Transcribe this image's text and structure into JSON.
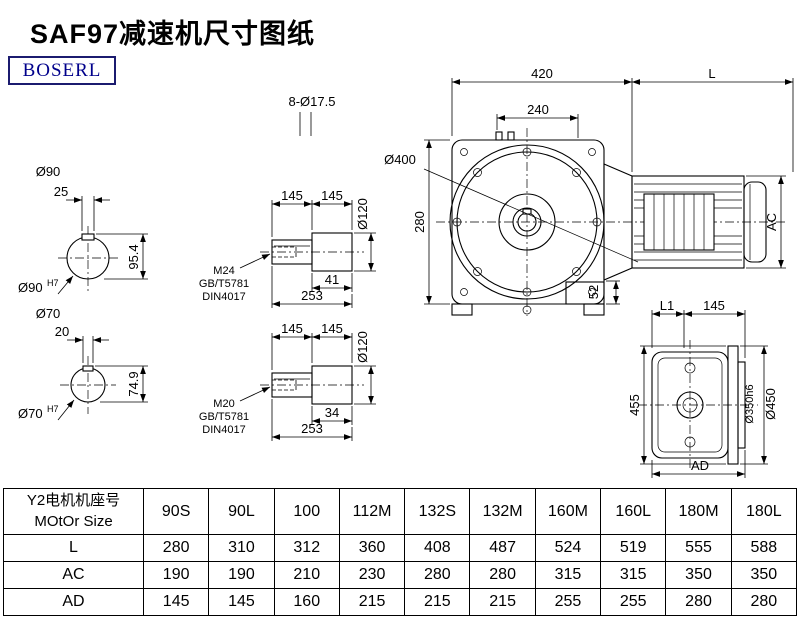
{
  "page": {
    "title": "SAF97减速机尺寸图纸",
    "logo": "BOSERL"
  },
  "colors": {
    "line": "#000000",
    "logo_text": "#00008b",
    "logo_border": "#1b1b6f",
    "background": "#ffffff"
  },
  "drawing": {
    "shaft_section_top": {
      "diameter": "Ø90",
      "key_width": "25",
      "key_height": "95.4",
      "bore": "Ø90",
      "bore_tolerance": "H7"
    },
    "shaft_section_bottom": {
      "diameter": "Ø70",
      "key_width": "20",
      "key_height": "74.9",
      "bore": "Ø70",
      "bore_tolerance": "H7"
    },
    "shaft_top": {
      "dim_a": "145",
      "dim_b": "145",
      "diameter": "Ø120",
      "thread": "M24",
      "standard_1": "GB/T5781",
      "standard_2": "DIN4017",
      "dim_c": "41",
      "length": "253"
    },
    "shaft_bottom": {
      "dim_a": "145",
      "dim_b": "145",
      "diameter": "Ø120",
      "thread": "M20",
      "standard_1": "GB/T5781",
      "standard_2": "DIN4017",
      "dim_c": "34",
      "length": "253"
    },
    "front_view": {
      "housing_width": "420",
      "motor_length": "L",
      "bolt_holes": "8-Ø17.5",
      "hole_pitch": "240",
      "flange_diameter": "Ø400",
      "housing_height": "280",
      "foot_height": "52",
      "motor_height": "AC"
    },
    "side_view": {
      "dim_l1": "L1",
      "dim_145": "145",
      "height": "455",
      "spigot_diameter": "Ø350h6",
      "flange_diameter": "Ø450",
      "width": "AD"
    }
  },
  "table": {
    "header": {
      "line1": "Y2电机机座号",
      "line2": "MOtOr Size"
    },
    "columns": [
      "90S",
      "90L",
      "100",
      "112M",
      "132S",
      "132M",
      "160M",
      "160L",
      "180M",
      "180L"
    ],
    "rows": [
      {
        "label": "L",
        "values": [
          "280",
          "310",
          "312",
          "360",
          "408",
          "487",
          "524",
          "519",
          "555",
          "588"
        ]
      },
      {
        "label": "AC",
        "values": [
          "190",
          "190",
          "210",
          "230",
          "280",
          "280",
          "315",
          "315",
          "350",
          "350"
        ]
      },
      {
        "label": "AD",
        "values": [
          "145",
          "145",
          "160",
          "215",
          "215",
          "215",
          "255",
          "255",
          "280",
          "280"
        ]
      }
    ]
  }
}
